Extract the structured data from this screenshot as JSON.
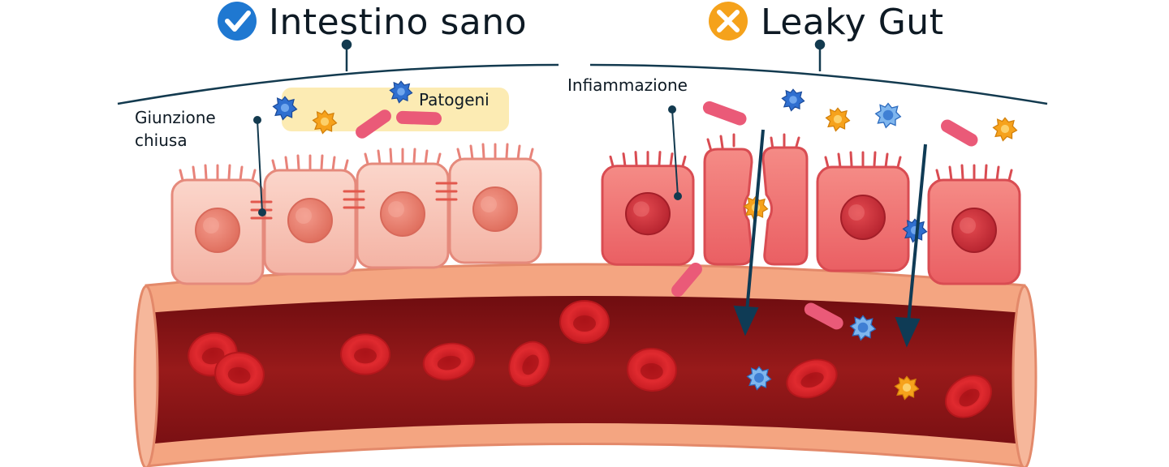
{
  "titles": {
    "healthy": "Intestino sano",
    "leaky": "Leaky Gut"
  },
  "labels": {
    "tight_junction_line1": "Giunzione",
    "tight_junction_line2": "chiusa",
    "pathogens": "Patogeni",
    "inflammation": "Infiammazione"
  },
  "icons": {
    "healthy": "check-circle-icon",
    "leaky": "x-circle-icon"
  },
  "colors": {
    "healthy_badge": "#1f78d1",
    "leaky_badge": "#f5a21b",
    "line": "#133a4f",
    "healthy_cell": "#f7c3b6",
    "inflamed_cell": "#ee6b6b",
    "vessel_wall": "#f3a27f",
    "blood": "#8b1414",
    "red_cell": "#d31f26",
    "pathogen_highlight": "#fbe7a6"
  }
}
